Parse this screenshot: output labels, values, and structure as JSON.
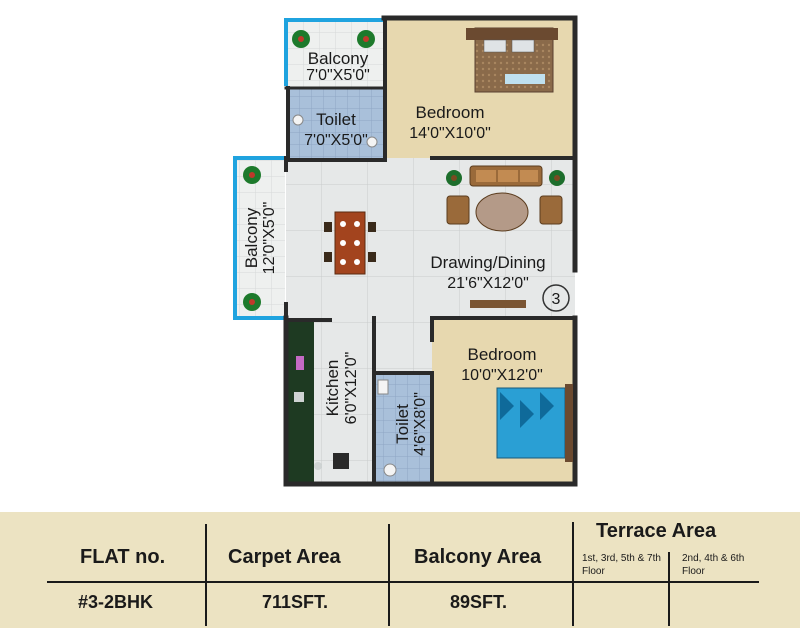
{
  "rooms": {
    "balcony_top": {
      "name": "Balcony",
      "dim": "7'0\"X5'0\""
    },
    "toilet_top": {
      "name": "Toilet",
      "dim": "7'0\"X5'0\""
    },
    "bedroom_top": {
      "name": "Bedroom",
      "dim": "14'0\"X10'0\""
    },
    "balcony_left": {
      "name": "Balcony",
      "dim": "12'0\"X5'0\""
    },
    "drawing_dining": {
      "name": "Drawing/Dining",
      "dim": "21'6\"X12'0\""
    },
    "kitchen": {
      "name": "Kitchen",
      "dim": "6'0\"X12'0\""
    },
    "toilet_bottom": {
      "name": "Toilet",
      "dim": "4'6\"X8'0\""
    },
    "bedroom_bottom": {
      "name": "Bedroom",
      "dim": "10'0\"X12'0\""
    }
  },
  "flat_marker": "3",
  "table": {
    "headers": {
      "flat_no": "FLAT no.",
      "carpet_area": "Carpet Area",
      "balcony_area": "Balcony Area",
      "terrace_area": "Terrace Area",
      "terrace_sub1": "1st, 3rd, 5th & 7th Floor",
      "terrace_sub2": "2nd, 4th & 6th Floor"
    },
    "row": {
      "flat_no": "#3-2BHK",
      "carpet_area": "711SFT.",
      "balcony_area": "89SFT.",
      "terrace1": "",
      "terrace2": ""
    }
  },
  "colors": {
    "wall": "#2a2a2a",
    "floor_bedroom": "#e6d7ae",
    "floor_tile": "#e4e6e6",
    "toilet_tile": "#a9bfd8",
    "balcony_border": "#1fa3df",
    "kitchen_counter": "#1e3a22",
    "table_band": "#ece3c2"
  }
}
